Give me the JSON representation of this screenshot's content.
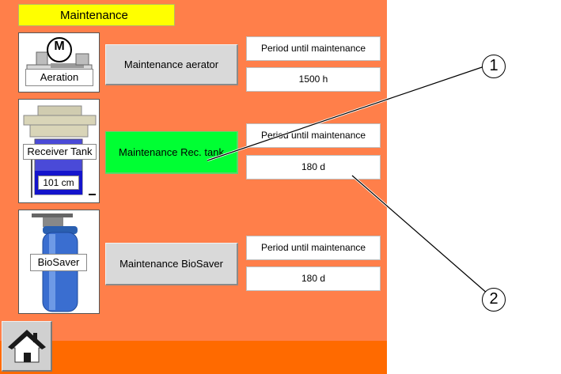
{
  "header": {
    "title": "Maintenance"
  },
  "aeration": {
    "motor_symbol": "M",
    "label": "Aeration",
    "button": "Maintenance aerator",
    "period_label": "Period until maintenance",
    "period_value": "1500 h"
  },
  "receiver_tank": {
    "label": "Receiver Tank",
    "level": "101 cm",
    "button": "Maintenance Rec. tank",
    "period_label": "Period until maintenance",
    "period_value": "180 d"
  },
  "biosaver": {
    "label": "BioSaver",
    "button": "Maintenance BioSaver",
    "period_label": "Period until maintenance",
    "period_value": "180 d"
  },
  "callouts": {
    "one": "1",
    "two": "2"
  },
  "colors": {
    "panel": "#ff7f4a",
    "title_bg": "#ffff00",
    "active_button": "#00ff33",
    "bottom_bar": "#ff6a00"
  },
  "icons": {
    "home": "home-icon"
  }
}
